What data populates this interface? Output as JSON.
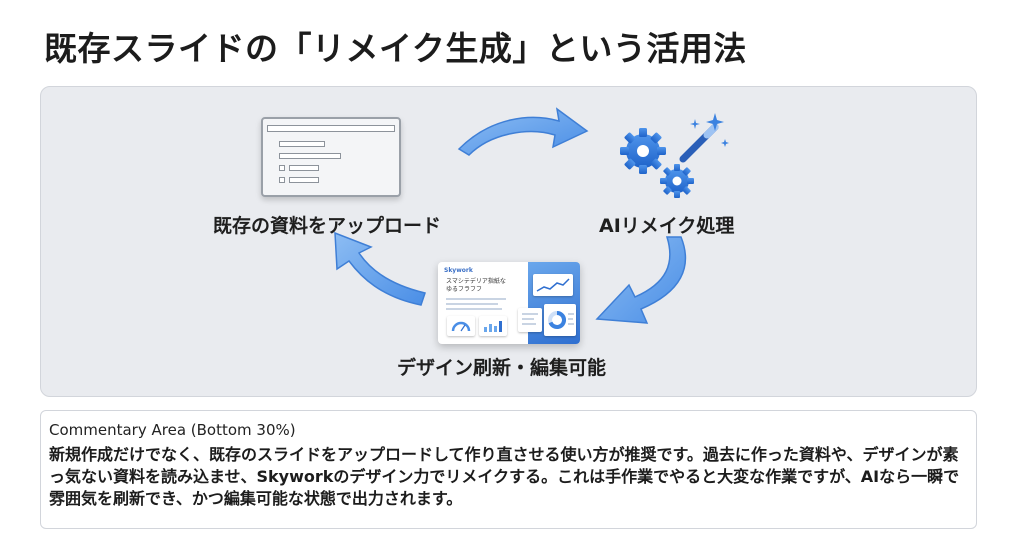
{
  "title": "既存スライドの「リメイク生成」という活用法",
  "diagram": {
    "steps": [
      {
        "label": "既存の資料をアップロード",
        "icon": "document-icon"
      },
      {
        "label": "AIリメイク処理",
        "icon": "gears-magic-wand-icon"
      },
      {
        "label": "デザイン刷新・編集可能",
        "icon": "slide-preview-icon"
      }
    ],
    "slide_preview": {
      "brand": "Skywork",
      "heading": "スマシテデリア指紙な ゆるフラフフ"
    },
    "arrow_color": "#5b9be6"
  },
  "commentary": {
    "header": "Commentary Area (Bottom 30%)",
    "text": "新規作成だけでなく、既存のスライドをアップロードして作り直させる使い方が推奨です。過去に作った資料や、デザインが素っ気ない資料を読み込ませ、Skyworkのデザイン力でリメイクする。これは手作業でやると大変な作業ですが、AIなら一瞬で雰囲気を刷新でき、かつ編集可能な状態で出力されます。"
  }
}
